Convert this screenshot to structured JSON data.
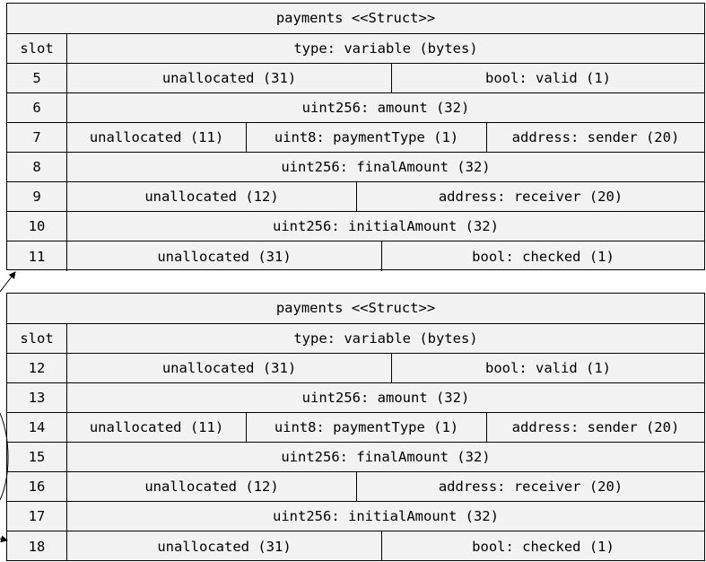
{
  "structs": [
    {
      "title": "payments <<Struct>>",
      "header": {
        "slot": "slot",
        "type": "type: variable (bytes)"
      },
      "rows": [
        {
          "slot": "5",
          "cells": [
            "unallocated (31)",
            "bool: valid (1)"
          ]
        },
        {
          "slot": "6",
          "cells": [
            "uint256: amount (32)"
          ]
        },
        {
          "slot": "7",
          "cells": [
            "unallocated (11)",
            "uint8: paymentType (1)",
            "address: sender (20)"
          ]
        },
        {
          "slot": "8",
          "cells": [
            "uint256: finalAmount (32)"
          ]
        },
        {
          "slot": "9",
          "cells": [
            "unallocated (12)",
            "address: receiver (20)"
          ]
        },
        {
          "slot": "10",
          "cells": [
            "uint256: initialAmount (32)"
          ]
        },
        {
          "slot": "11",
          "cells": [
            "unallocated (31)",
            "bool: checked (1)"
          ]
        }
      ]
    },
    {
      "title": "payments <<Struct>>",
      "header": {
        "slot": "slot",
        "type": "type: variable (bytes)"
      },
      "rows": [
        {
          "slot": "12",
          "cells": [
            "unallocated (31)",
            "bool: valid (1)"
          ]
        },
        {
          "slot": "13",
          "cells": [
            "uint256: amount (32)"
          ]
        },
        {
          "slot": "14",
          "cells": [
            "unallocated (11)",
            "uint8: paymentType (1)",
            "address: sender (20)"
          ]
        },
        {
          "slot": "15",
          "cells": [
            "uint256: finalAmount (32)"
          ]
        },
        {
          "slot": "16",
          "cells": [
            "unallocated (12)",
            "address: receiver (20)"
          ]
        },
        {
          "slot": "17",
          "cells": [
            "uint256: initialAmount (32)"
          ]
        },
        {
          "slot": "18",
          "cells": [
            "unallocated (31)",
            "bool: checked (1)"
          ]
        }
      ]
    }
  ],
  "colors": {
    "cell_fill": "#f2f2f2",
    "border": "#000000",
    "text": "#000000"
  }
}
